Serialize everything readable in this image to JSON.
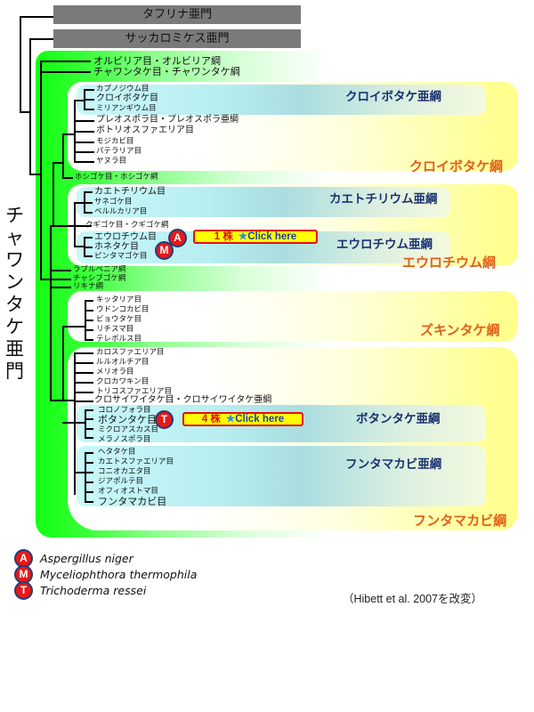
{
  "outgroups": [
    {
      "label": "タフリナ亜門"
    },
    {
      "label": "サッカロミケス亜門"
    }
  ],
  "phylum": {
    "label_chars": [
      "チ",
      "ャ",
      "ワ",
      "ン",
      "タ",
      "ケ",
      "亜",
      "門"
    ],
    "label": "チャワンタケ亜門"
  },
  "top_classes": [
    {
      "label": "オルビリア目・オルビリア綱"
    },
    {
      "label": "チャワンタケ目・チャワンタケ綱"
    }
  ],
  "dothideomycetes": {
    "class_title": "クロイボタケ綱",
    "subclass_title": "クロイボタケ亜綱",
    "subclass_orders": [
      "カプノジウム目",
      "クロイボタケ目",
      "ミリアンギウム目"
    ],
    "other_orders": [
      "プレオスポラ目・プレオスポラ亜綱",
      "ボトリオスファエリア目",
      "モジカビ目",
      "パテラリア目",
      "ヤヌラ目"
    ]
  },
  "arthoniomycetes": {
    "label": "ホシゴケ目・ホシゴケ綱"
  },
  "eurotiomycetes": {
    "class_title": "エウロチウム綱",
    "subclass1_title": "カエトチリウム亜綱",
    "subclass1_orders": [
      "カエトチリウム目",
      "サネゴケ目",
      "ベルルカリア目"
    ],
    "mid_order": "クギゴケ目・クギゴケ綱",
    "subclass2_title": "エウロチウム亜綱",
    "subclass2_orders": [
      "エウロチウム目",
      "ホネタケ目",
      "ピンタマゴケ目"
    ],
    "badges": [
      "A",
      "M"
    ],
    "link": {
      "count": "1 株",
      "star": "★",
      "text": "Click here"
    }
  },
  "middle_classes": [
    {
      "label": "ラブルベニア綱"
    },
    {
      "label": "チャシブゴケ綱"
    },
    {
      "label": "リキナ綱"
    }
  ],
  "pezizomycetes": {
    "class_title": "ズキンタケ綱",
    "orders": [
      "キッタリア目",
      "ウドンコカビ目",
      "ビョウタケ目",
      "リチスマ目",
      "テレボルス目"
    ]
  },
  "sordariomycetes": {
    "class_title": "フンタマカビ綱",
    "other_orders": [
      "カロスファエリア目",
      "ルルオルチア目",
      "メリオラ目",
      "クロカワキン目",
      "トリコスファエリア目",
      "クロサイワイタケ目・クロサイワイタケ亜綱"
    ],
    "subclass1_title": "ボタンタケ亜綱",
    "subclass1_orders": [
      "コロノフォラ目",
      "ボタンタケ目",
      "ミクロアスカス目",
      "メラノスポラ目"
    ],
    "badges": [
      "T"
    ],
    "link": {
      "count": "4 株",
      "star": "★",
      "text": "Click here"
    },
    "subclass2_title": "フンタマカビ亜綱",
    "subclass2_orders": [
      "ヘタタケ目",
      "カエトスファエリア目",
      "コニオカエタ目",
      "ジアポルテ目",
      "オフィオストマ目",
      "フンタマカビ目"
    ]
  },
  "legend": [
    {
      "badge": "A",
      "name": "Aspergillus niger"
    },
    {
      "badge": "M",
      "name": "Myceliophthora thermophila"
    },
    {
      "badge": "T",
      "name": "Trichoderma ressei"
    }
  ],
  "citation": "（Hibett et al. 2007を改変）",
  "colors": {
    "outgroup_bar": "#7a7a7a",
    "phylum_green": "#12ff12",
    "subclass_title": "#1a3170",
    "class_title": "#e0601a",
    "badge_fill": "#e81818",
    "badge_border": "#233e7a",
    "link_bg": "#ffff00",
    "link_border": "#e21010"
  }
}
